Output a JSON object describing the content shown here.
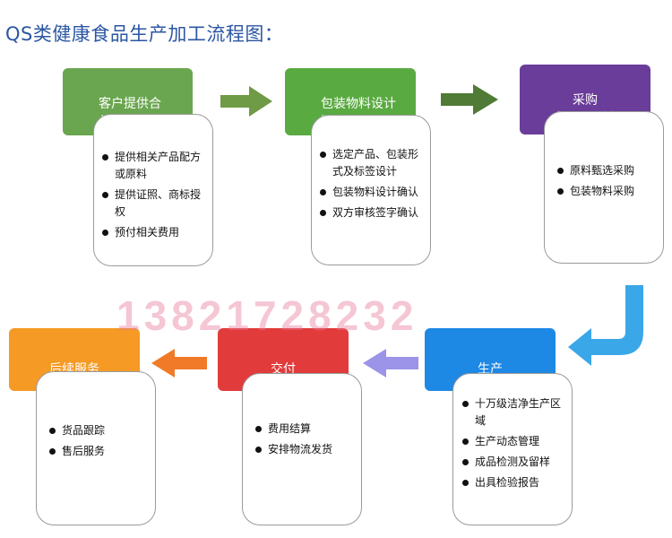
{
  "title": "QS类健康食品生产加工流程图：",
  "watermark": "13821728232",
  "colors": {
    "step1": "#6aa64f",
    "step2": "#5aaa42",
    "step3": "#6a3d9a",
    "step4": "#1e88e5",
    "step5": "#e23b3b",
    "step6": "#f59a24",
    "arrow_green": "#6f9a46",
    "arrow_dark_green": "#4f7b36",
    "arrow_blue": "#3aa7e8",
    "arrow_lavender": "#9b94e8",
    "arrow_orange": "#f07a28"
  },
  "steps": [
    {
      "title": "客户提供合\n作相关资料",
      "items": [
        "提供相关产品配方或原料",
        "提供证照、商标授权",
        "预付相关费用"
      ]
    },
    {
      "title": "包装物料设计\n及审稿",
      "items": [
        "选定产品、包装形式及标签设计",
        "包装物料设计确认",
        "双方审核签字确认"
      ]
    },
    {
      "title": "采购\n（可代采购）",
      "items": [
        "原料甄选采购",
        "包装物料采购"
      ]
    },
    {
      "title": "生产",
      "items": [
        "十万级洁净生产区域",
        "生产动态管理",
        "成品检测及留样",
        "出具检验报告"
      ]
    },
    {
      "title": "交付",
      "items": [
        "费用结算",
        "安排物流发货"
      ]
    },
    {
      "title": "后续服务",
      "items": [
        "货品跟踪",
        "售后服务"
      ]
    }
  ]
}
